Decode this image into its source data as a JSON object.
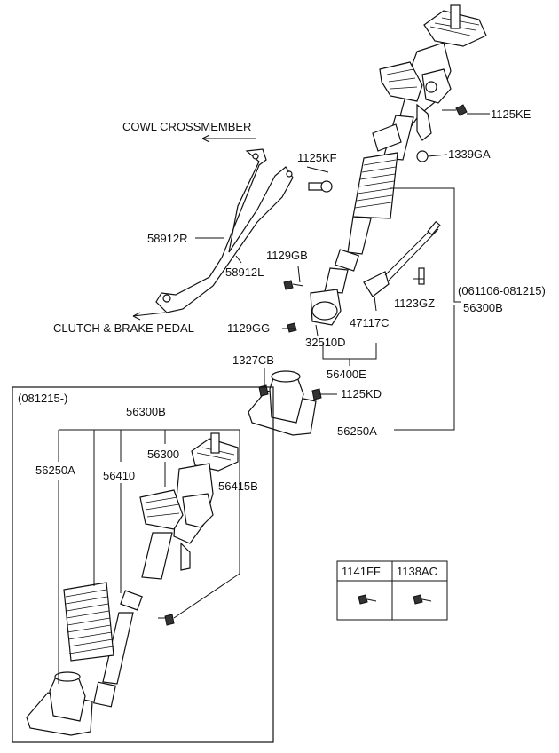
{
  "labels": {
    "cowl": "COWL CROSSMEMBER",
    "clutch": "CLUTCH & BRAKE  PEDAL",
    "p1125KE": "1125KE",
    "p1339GA": "1339GA",
    "p1125KF": "1125KF",
    "p58912R": "58912R",
    "p58912L": "58912L",
    "p1129GB": "1129GB",
    "p1129GG": "1129GG",
    "p32510D": "32510D",
    "p47117C": "47117C",
    "p1123GZ": "1123GZ",
    "period1": "(061106-081215)",
    "p56300B_top": "56300B",
    "p56400E": "56400E",
    "p1327CB": "1327CB",
    "p1125KD": "1125KD",
    "p56250A_top": "56250A",
    "period2": "(081215-)",
    "p56300B_box": "56300B",
    "p56250A_box": "56250A",
    "p56300": "56300",
    "p56410": "56410",
    "p56415B": "56415B"
  },
  "table": {
    "headers": [
      "1141FF",
      "1138AC"
    ]
  }
}
